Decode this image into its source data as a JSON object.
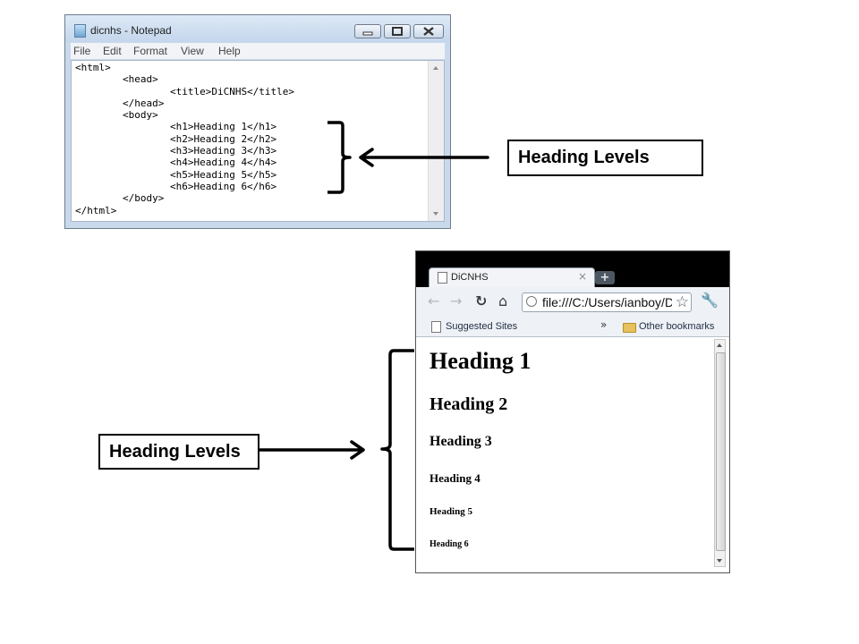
{
  "notepad": {
    "title": "dicnhs - Notepad",
    "menu": [
      "File",
      "Edit",
      "Format",
      "View",
      "Help"
    ],
    "code": "<html>\n\t<head>\n\t\t<title>DiCNHS</title>\n\t</head>\n\t<body>\n\t\t<h1>Heading 1</h1>\n\t\t<h2>Heading 2</h2>\n\t\t<h3>Heading 3</h3>\n\t\t<h4>Heading 4</h4>\n\t\t<h5>Heading 5</h5>\n\t\t<h6>Heading 6</h6>\n\t</body>\n</html>"
  },
  "annotations": {
    "top_label": "Heading Levels",
    "bottom_label": "Heading Levels",
    "color": "#000000"
  },
  "browser": {
    "tab_title": "DiCNHS",
    "tab_close": "×",
    "new_tab": "+",
    "url": "file:///C:/Users/ianboy/D",
    "bookmarks": {
      "suggested": "Suggested Sites",
      "chevron": "»",
      "other": "Other bookmarks"
    },
    "headings": [
      "Heading 1",
      "Heading 2",
      "Heading 3",
      "Heading 4",
      "Heading 5",
      "Heading 6"
    ]
  }
}
